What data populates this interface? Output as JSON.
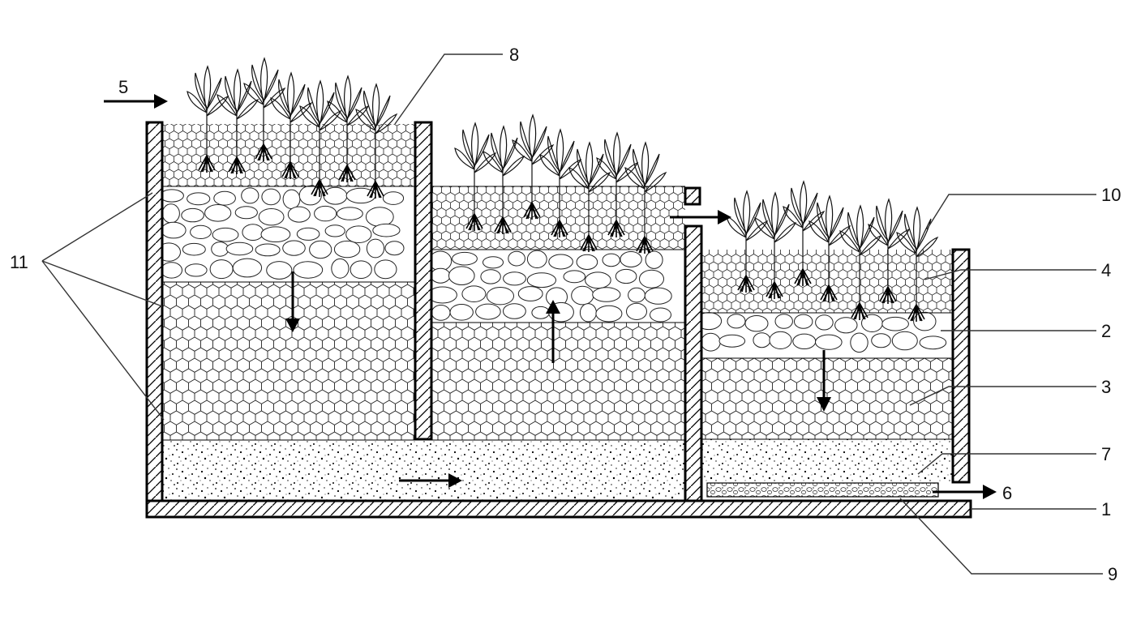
{
  "labels": {
    "inlet": "5",
    "outlet": "6",
    "l1": "1",
    "l2": "2",
    "l3": "3",
    "l4": "4",
    "l7": "7",
    "l8": "8",
    "l9": "9",
    "l10": "10",
    "l11": "11"
  }
}
